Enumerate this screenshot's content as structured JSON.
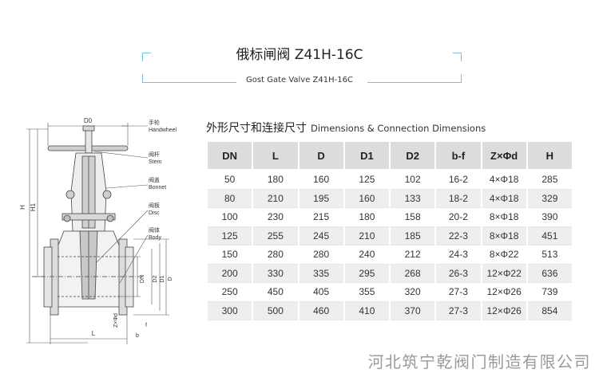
{
  "header": {
    "title_cn": "俄标闸阀 Z41H-16C",
    "title_en": "Gost Gate Valve Z41H-16C"
  },
  "section": {
    "title_cn": "外形尺寸和连接尺寸",
    "title_en": "Dimensions & Connection Dimensions"
  },
  "drawing": {
    "dim_d0": "D0",
    "dim_h": "H",
    "dim_h1": "H1",
    "dim_dn": "DN",
    "dim_d2": "D2",
    "dim_d1": "D1",
    "dim_d": "D",
    "dim_zxphid": "Z×Φd",
    "dim_f": "f",
    "dim_b": "b",
    "dim_l": "L",
    "parts": [
      {
        "cn": "手轮",
        "en": "Handwheel"
      },
      {
        "cn": "阀杆",
        "en": "Stem"
      },
      {
        "cn": "阀盖",
        "en": "Bonnet"
      },
      {
        "cn": "阀板",
        "en": "Disc"
      },
      {
        "cn": "阀体",
        "en": "Body"
      }
    ]
  },
  "table": {
    "headers": [
      "DN",
      "L",
      "D",
      "D1",
      "D2",
      "b-f",
      "Z×Φd",
      "H"
    ],
    "rows": [
      [
        "50",
        "180",
        "160",
        "125",
        "102",
        "16-2",
        "4×Φ18",
        "285"
      ],
      [
        "80",
        "210",
        "195",
        "160",
        "133",
        "18-2",
        "4×Φ18",
        "329"
      ],
      [
        "100",
        "230",
        "215",
        "180",
        "158",
        "20-2",
        "8×Φ18",
        "390"
      ],
      [
        "125",
        "255",
        "245",
        "210",
        "185",
        "22-3",
        "8×Φ18",
        "451"
      ],
      [
        "150",
        "280",
        "280",
        "240",
        "212",
        "24-3",
        "8×Φ22",
        "513"
      ],
      [
        "200",
        "330",
        "335",
        "295",
        "268",
        "26-3",
        "12×Φ22",
        "636"
      ],
      [
        "250",
        "450",
        "405",
        "355",
        "320",
        "27-3",
        "12×Φ26",
        "739"
      ],
      [
        "300",
        "500",
        "460",
        "410",
        "370",
        "27-3",
        "12×Φ26",
        "854"
      ]
    ]
  },
  "footer": {
    "company": "河北筑宁乾阀门制造有限公司"
  },
  "colors": {
    "accent": "#6fc8d8",
    "header_bg": "#dcdcdc",
    "stripe": "#eeeeee",
    "company_text": "#9a9a9a"
  }
}
